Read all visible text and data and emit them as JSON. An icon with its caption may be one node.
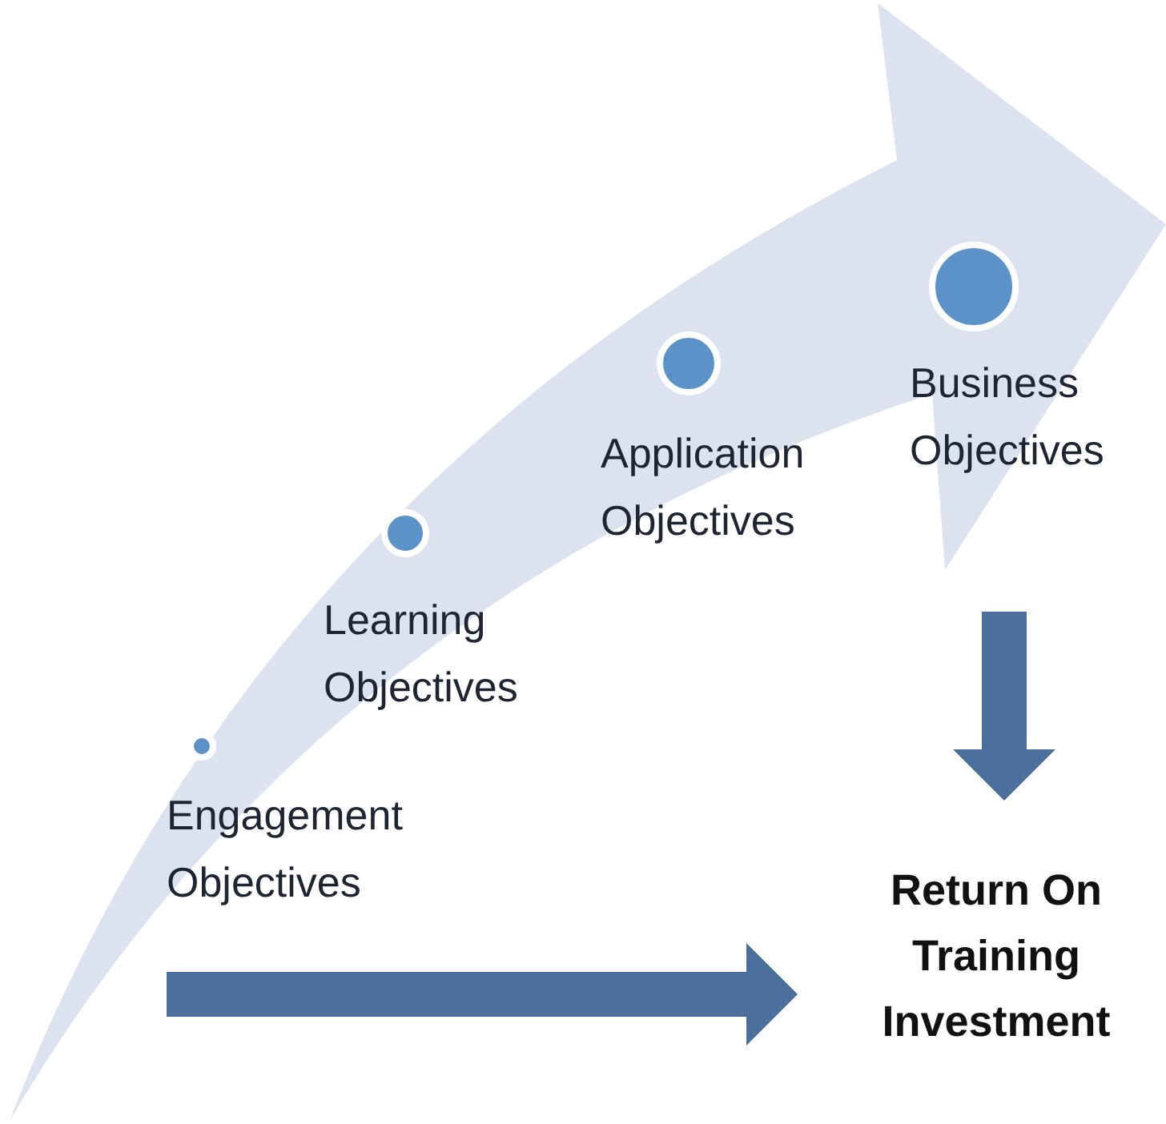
{
  "diagram": {
    "nodes": [
      {
        "text": [
          "Engagement Objectives"
        ]
      },
      {
        "text": [
          "Learning Objectives"
        ]
      },
      {
        "text": [
          "Application Objectives"
        ]
      },
      {
        "text": [
          "Business Objectives"
        ]
      },
      {
        "text": [
          "Return On Training Investment"
        ]
      }
    ],
    "edges": [
      {
        "from": null,
        "to": 4,
        "arrow": "to"
      },
      {
        "from": null,
        "to": 4,
        "arrow": "to"
      }
    ]
  }
}
